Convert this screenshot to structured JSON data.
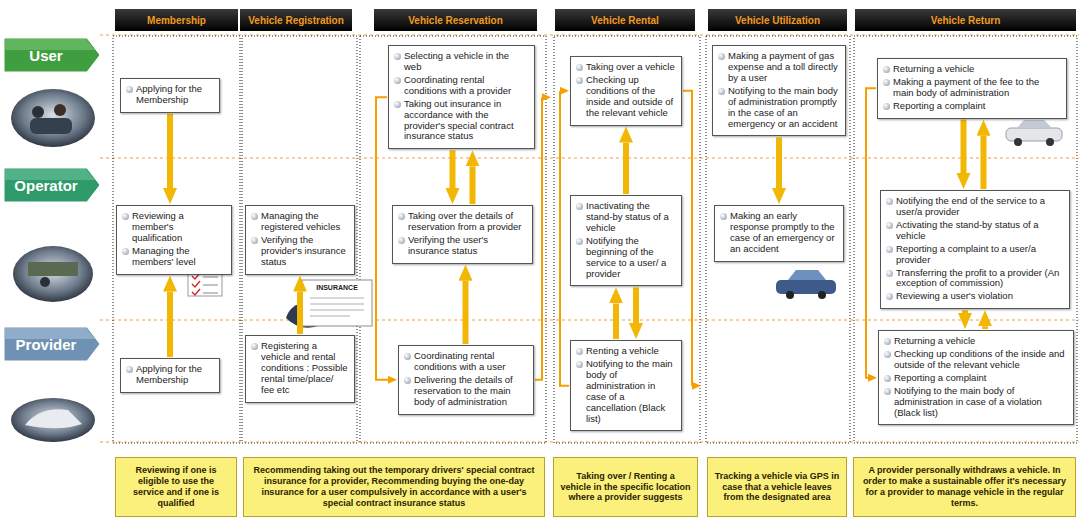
{
  "diagram": {
    "nodes": [
      {
        "text": [
          "Membership"
        ]
      },
      {
        "text": [
          "Vehicle Registration"
        ]
      },
      {
        "text": [
          "Vehicle Reservation"
        ]
      },
      {
        "text": [
          "Vehicle Rental"
        ]
      },
      {
        "text": [
          "Vehicle Utilization"
        ]
      },
      {
        "text": [
          "Vehicle Return"
        ]
      },
      {
        "text": [
          "User"
        ]
      },
      {
        "text": [
          "Operator"
        ]
      },
      {
        "text": [
          "Provider"
        ]
      },
      {
        "text": [
          "Applying for the Membership"
        ]
      },
      {
        "text": [
          "Reviewing a member's qualification",
          "Managing the members' level"
        ]
      },
      {
        "text": [
          "Applying for the Membership"
        ]
      },
      {
        "text": [
          "Managing the registered vehicles",
          "Verifying the provider's insurance status"
        ]
      },
      {
        "text": [
          "Registering a vehicle and rental conditions : Possible rental time/place/ fee etc"
        ]
      },
      {
        "text": [
          "Selecting a vehicle in the web",
          "Coordinating rental conditions with a provider",
          "Taking out insurance in accordance with the provider's special contract insurance status"
        ]
      },
      {
        "text": [
          "Taking over the details of reservation from a provider",
          "Verifying the user's insurance status"
        ]
      },
      {
        "text": [
          "Coordinating rental conditions with a user",
          "Delivering the details of reservation to the main body of administration"
        ]
      },
      {
        "text": [
          "Taking over a vehicle",
          "Checking up conditions of the inside and outside of the relevant vehicle"
        ]
      },
      {
        "text": [
          "Inactivating the stand-by status of a vehicle",
          "Notifying the beginning of the service to a user/ a provider"
        ]
      },
      {
        "text": [
          "Renting a vehicle",
          "Notifying to the main body of administration in case of a cancellation (Black list)"
        ]
      },
      {
        "text": [
          "Making a payment of gas expense and a toll directly by a user",
          "Notifying to the main body of administration promptly in the case of an emergency or an accident"
        ]
      },
      {
        "text": [
          "Making an early response promptly to the case of an emergency or an accident"
        ]
      },
      {
        "text": [
          "Returning a vehicle",
          "Making a payment of the fee to the main body of administration",
          "Reporting a complaint"
        ]
      },
      {
        "text": [
          "Notifying the end of the service to a user/a provider",
          "Activating the stand-by status of a vehicle",
          "Reporting a complaint to a user/a provider",
          "Transferring the profit to a provider (An exception of commission)",
          "Reviewing a user's violation"
        ]
      },
      {
        "text": [
          "Returning a vehicle",
          "Checking up conditions of the inside and outside of the relevant vehicle",
          "Reporting a complaint",
          "Notifying to the main body of administration in case of a violation (Black list)"
        ]
      },
      {
        "text": [
          "Reviewing if one is eligible to use the service and if one is qualified"
        ]
      },
      {
        "text": [
          "Recommending taking out the temporary drivers' special contract insurance for a provider, Recommending buying the one-day insurance for a user compulsively in accordance with a user's special contract insurance status"
        ]
      },
      {
        "text": [
          "Taking over / Renting a vehicle in the specific location where a provider suggests"
        ]
      },
      {
        "text": [
          "Tracking a vehicle via GPS in case that a vehicle leaves from the designated area"
        ]
      },
      {
        "text": [
          "A provider personally withdraws a vehicle. In order to make a sustainable offer it's necessary for a provider to manage vehicle in the regular terms."
        ]
      }
    ],
    "edges": [
      {
        "from": 9,
        "to": 10,
        "arrow": "to"
      },
      {
        "from": 11,
        "to": 10,
        "arrow": "to"
      },
      {
        "from": 13,
        "to": 12,
        "arrow": "to"
      },
      {
        "from": 14,
        "to": 15,
        "arrow": "to"
      },
      {
        "from": 15,
        "to": 14,
        "arrow": "to"
      },
      {
        "from": 16,
        "to": 15,
        "arrow": "to"
      },
      {
        "from": 14,
        "to": 16,
        "arrow": "to"
      },
      {
        "from": 16,
        "to": 14,
        "arrow": "to"
      },
      {
        "from": 18,
        "to": 17,
        "arrow": "to"
      },
      {
        "from": 19,
        "to": 18,
        "arrow": "to"
      },
      {
        "from": 18,
        "to": 19,
        "arrow": "to"
      },
      {
        "from": 19,
        "to": 17,
        "arrow": "to"
      },
      {
        "from": 17,
        "to": 19,
        "arrow": "to"
      },
      {
        "from": 20,
        "to": 21,
        "arrow": "to"
      },
      {
        "from": 22,
        "to": 23,
        "arrow": "to"
      },
      {
        "from": 23,
        "to": 22,
        "arrow": "to"
      },
      {
        "from": 23,
        "to": 24,
        "arrow": "to"
      },
      {
        "from": 24,
        "to": 23,
        "arrow": "to"
      },
      {
        "from": 22,
        "to": 24,
        "arrow": "to"
      }
    ],
    "labels": [
      "INSURANCE"
    ]
  }
}
